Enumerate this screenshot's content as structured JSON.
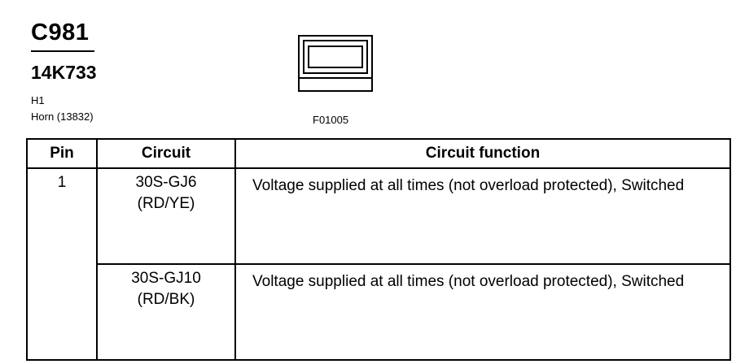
{
  "connector": {
    "id": "C981",
    "part_number": "14K733",
    "location": "H1",
    "component": "Horn (13832)",
    "figure_code": "F01005"
  },
  "table": {
    "headers": {
      "pin": "Pin",
      "circuit": "Circuit",
      "function": "Circuit function"
    },
    "rows": [
      {
        "pin": "1",
        "circuit": "30S-GJ6",
        "color": "(RD/YE)",
        "function": "Voltage supplied at all times (not overload protected), Switched"
      },
      {
        "pin": "",
        "circuit": "30S-GJ10",
        "color": "(RD/BK)",
        "function": "Voltage supplied at all times (not overload protected), Switched"
      }
    ]
  }
}
